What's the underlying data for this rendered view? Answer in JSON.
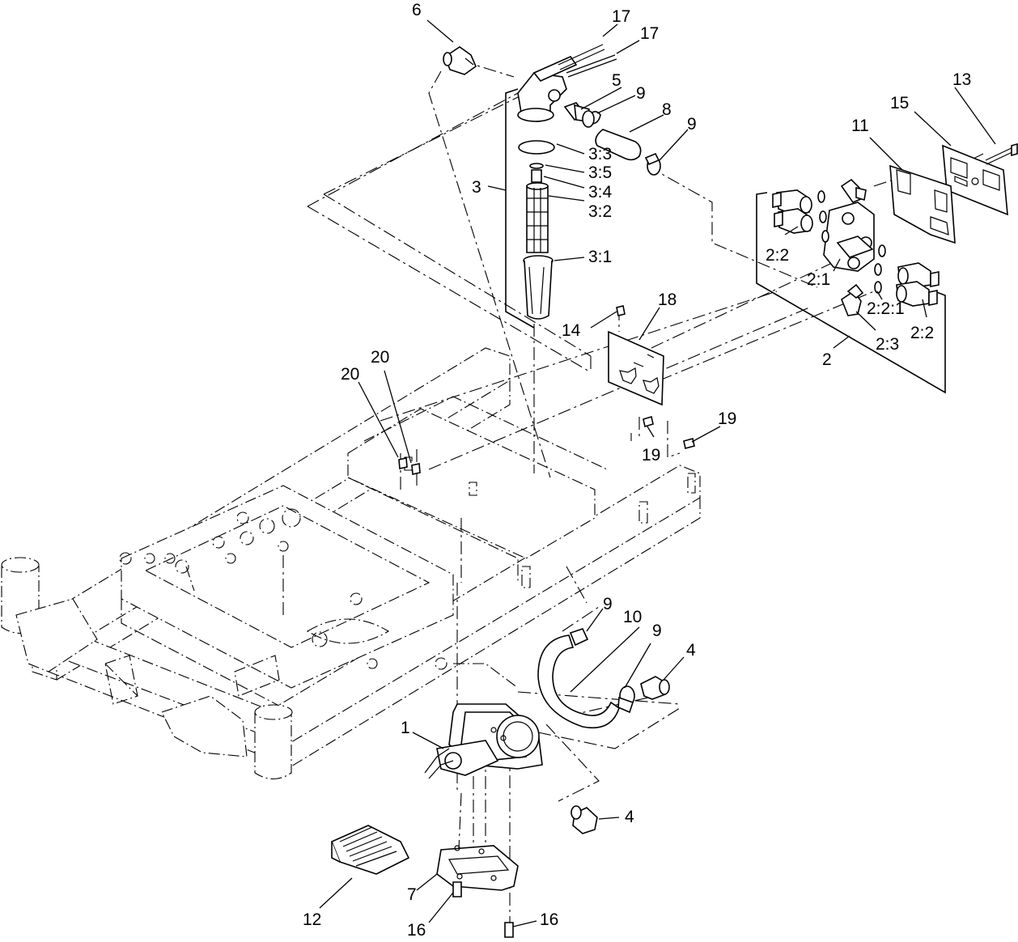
{
  "callouts": [
    {
      "id": "c-6",
      "text": "6"
    },
    {
      "id": "c-17a",
      "text": "17"
    },
    {
      "id": "c-17b",
      "text": "17"
    },
    {
      "id": "c-5",
      "text": "5"
    },
    {
      "id": "c-9a",
      "text": "9"
    },
    {
      "id": "c-8",
      "text": "8"
    },
    {
      "id": "c-9b",
      "text": "9"
    },
    {
      "id": "c-13",
      "text": "13"
    },
    {
      "id": "c-15",
      "text": "15"
    },
    {
      "id": "c-11",
      "text": "11"
    },
    {
      "id": "c-3",
      "text": "3"
    },
    {
      "id": "c-3-3",
      "text": "3:3"
    },
    {
      "id": "c-3-5",
      "text": "3:5"
    },
    {
      "id": "c-3-4",
      "text": "3:4"
    },
    {
      "id": "c-3-2",
      "text": "3:2"
    },
    {
      "id": "c-3-1",
      "text": "3:1"
    },
    {
      "id": "c-2-2a",
      "text": "2:2"
    },
    {
      "id": "c-2-1",
      "text": "2:1"
    },
    {
      "id": "c-2-2-1",
      "text": "2:2:1"
    },
    {
      "id": "c-2-2b",
      "text": "2:2"
    },
    {
      "id": "c-2-3",
      "text": "2:3"
    },
    {
      "id": "c-2",
      "text": "2"
    },
    {
      "id": "c-14",
      "text": "14"
    },
    {
      "id": "c-18",
      "text": "18"
    },
    {
      "id": "c-20a",
      "text": "20"
    },
    {
      "id": "c-20b",
      "text": "20"
    },
    {
      "id": "c-19a",
      "text": "19"
    },
    {
      "id": "c-19b",
      "text": "19"
    },
    {
      "id": "c-9c",
      "text": "9"
    },
    {
      "id": "c-10",
      "text": "10"
    },
    {
      "id": "c-9d",
      "text": "9"
    },
    {
      "id": "c-4a",
      "text": "4"
    },
    {
      "id": "c-1",
      "text": "1"
    },
    {
      "id": "c-4b",
      "text": "4"
    },
    {
      "id": "c-12",
      "text": "12"
    },
    {
      "id": "c-7",
      "text": "7"
    },
    {
      "id": "c-16a",
      "text": "16"
    },
    {
      "id": "c-16b",
      "text": "16"
    }
  ]
}
